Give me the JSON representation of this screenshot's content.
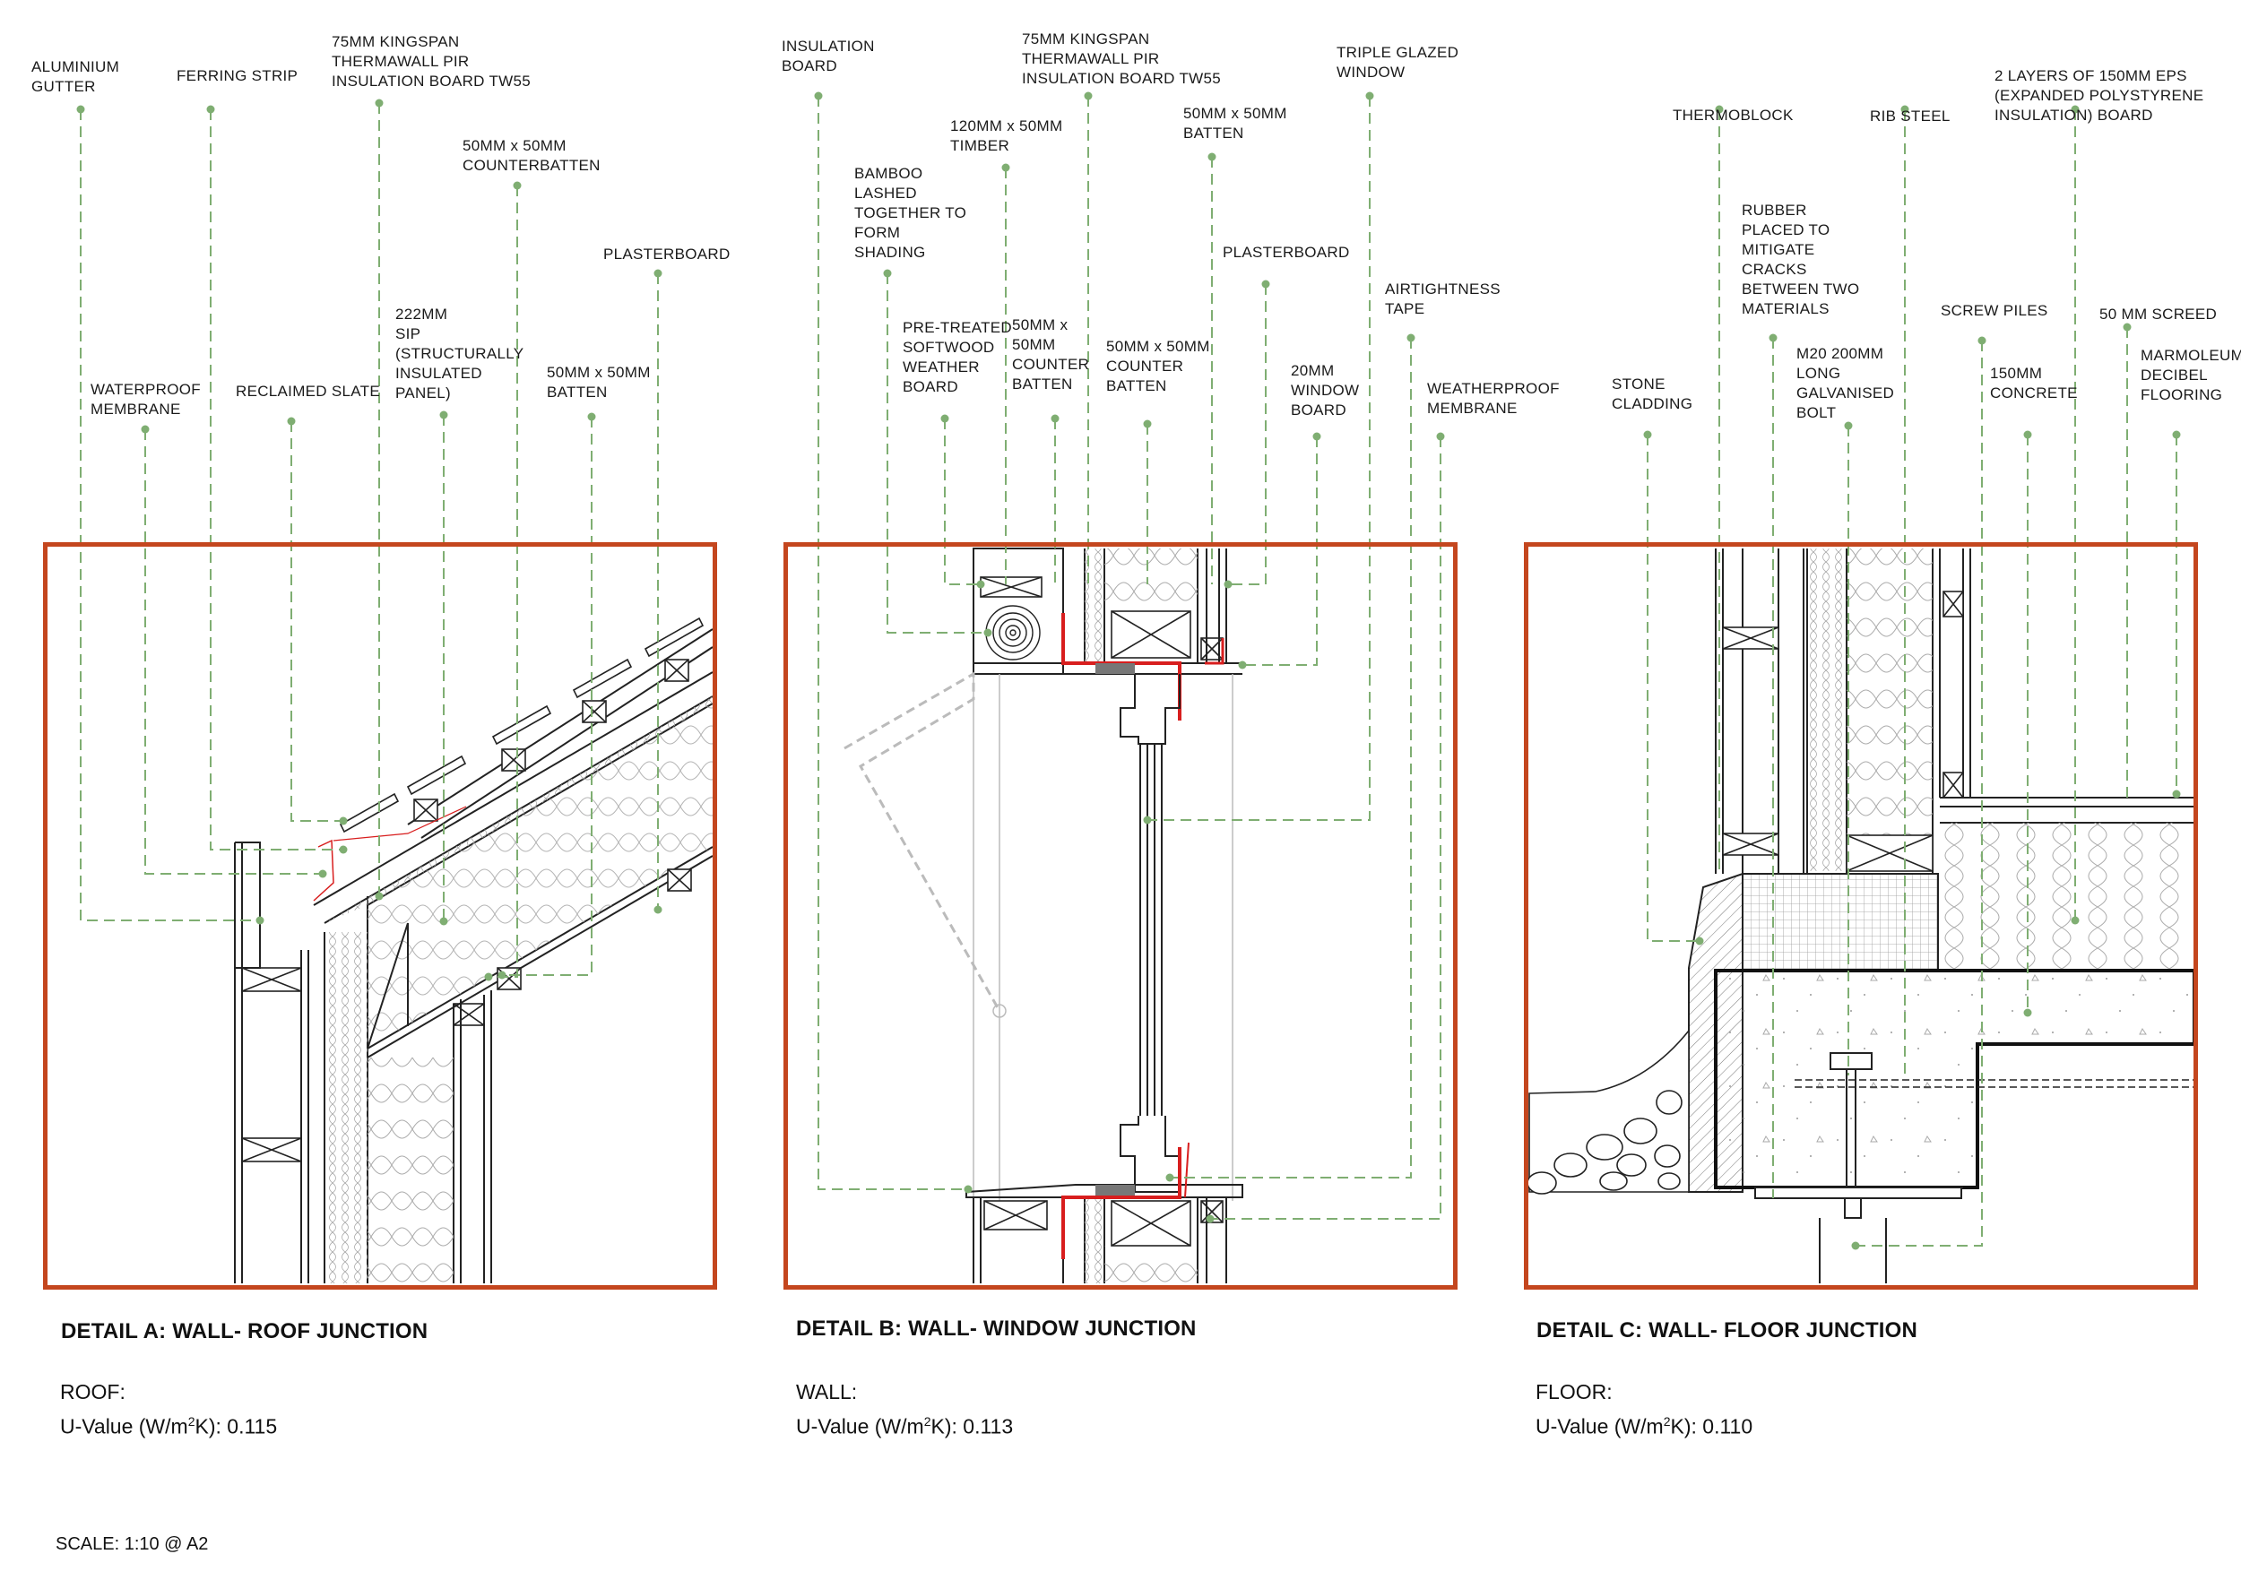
{
  "details": [
    {
      "id": "A",
      "title": "DETAIL A: WALL- ROOF JUNCTION",
      "element_label": "ROOF:",
      "u_value_prefix": "U-Value (W/m",
      "u_value_sup": "2",
      "u_value_suffix": "K): 0.115",
      "labels": [
        "ALUMINIUM\nGUTTER",
        "FERRING STRIP",
        "75MM  KINGSPAN\nTHERMAWALL PIR\nINSULATION BOARD TW55",
        "50MM x 50MM\nCOUNTERBATTEN",
        "PLASTERBOARD",
        "222MM\nSIP\n(STRUCTURALLY\nINSULATED\nPANEL)",
        "WATERPROOF\nMEMBRANE",
        "RECLAIMED SLATE",
        "50MM x 50MM\nBATTEN"
      ]
    },
    {
      "id": "B",
      "title": "DETAIL B: WALL- WINDOW JUNCTION",
      "element_label": "WALL:",
      "u_value_prefix": "U-Value (W/m",
      "u_value_sup": "2",
      "u_value_suffix": "K): 0.113",
      "labels": [
        "INSULATION\nBOARD",
        "75MM  KINGSPAN\nTHERMAWALL PIR\nINSULATION BOARD TW55",
        "TRIPLE GLAZED\nWINDOW",
        "120MM  x 50MM\nTIMBER",
        "50MM x 50MM\nBATTEN",
        "BAMBOO\nLASHED\nTOGETHER TO\nFORM\nSHADING",
        "PLASTERBOARD",
        "AIRTIGHTNESS\nTAPE",
        "PRE-TREATED\nSOFTWOOD\nWEATHER\nBOARD",
        "50MM x\n50MM\nCOUNTER\nBATTEN",
        "50MM x 50MM\nCOUNTER\nBATTEN",
        "20MM\nWINDOW\nBOARD",
        "WEATHERPROOF\nMEMBRANE"
      ]
    },
    {
      "id": "C",
      "title": "DETAIL C: WALL- FLOOR JUNCTION",
      "element_label": "FLOOR:",
      "u_value_prefix": "U-Value (W/m",
      "u_value_sup": "2",
      "u_value_suffix": "K): 0.110",
      "labels": [
        "THERMOBLOCK",
        "RIB STEEL",
        "2 LAYERS OF 150MM EPS\n(EXPANDED POLYSTYRENE\nINSULATION) BOARD",
        "RUBBER\nPLACED TO\nMITIGATE\nCRACKS\nBETWEEN TWO\nMATERIALS",
        "SCREW PILES",
        "50 MM SCREED",
        "M20 200MM\nLONG\nGALVANISED\nBOLT",
        "STONE\nCLADDING",
        "150MM\nCONCRETE",
        "MARMOLEUM\nDECIBEL\nFLOORING"
      ]
    }
  ],
  "scale": "SCALE: 1:10 @ A2",
  "colors": {
    "frame": "#c4461e",
    "leader": "#7fae72",
    "airtight": "#d81e1e",
    "line": "#222222"
  }
}
